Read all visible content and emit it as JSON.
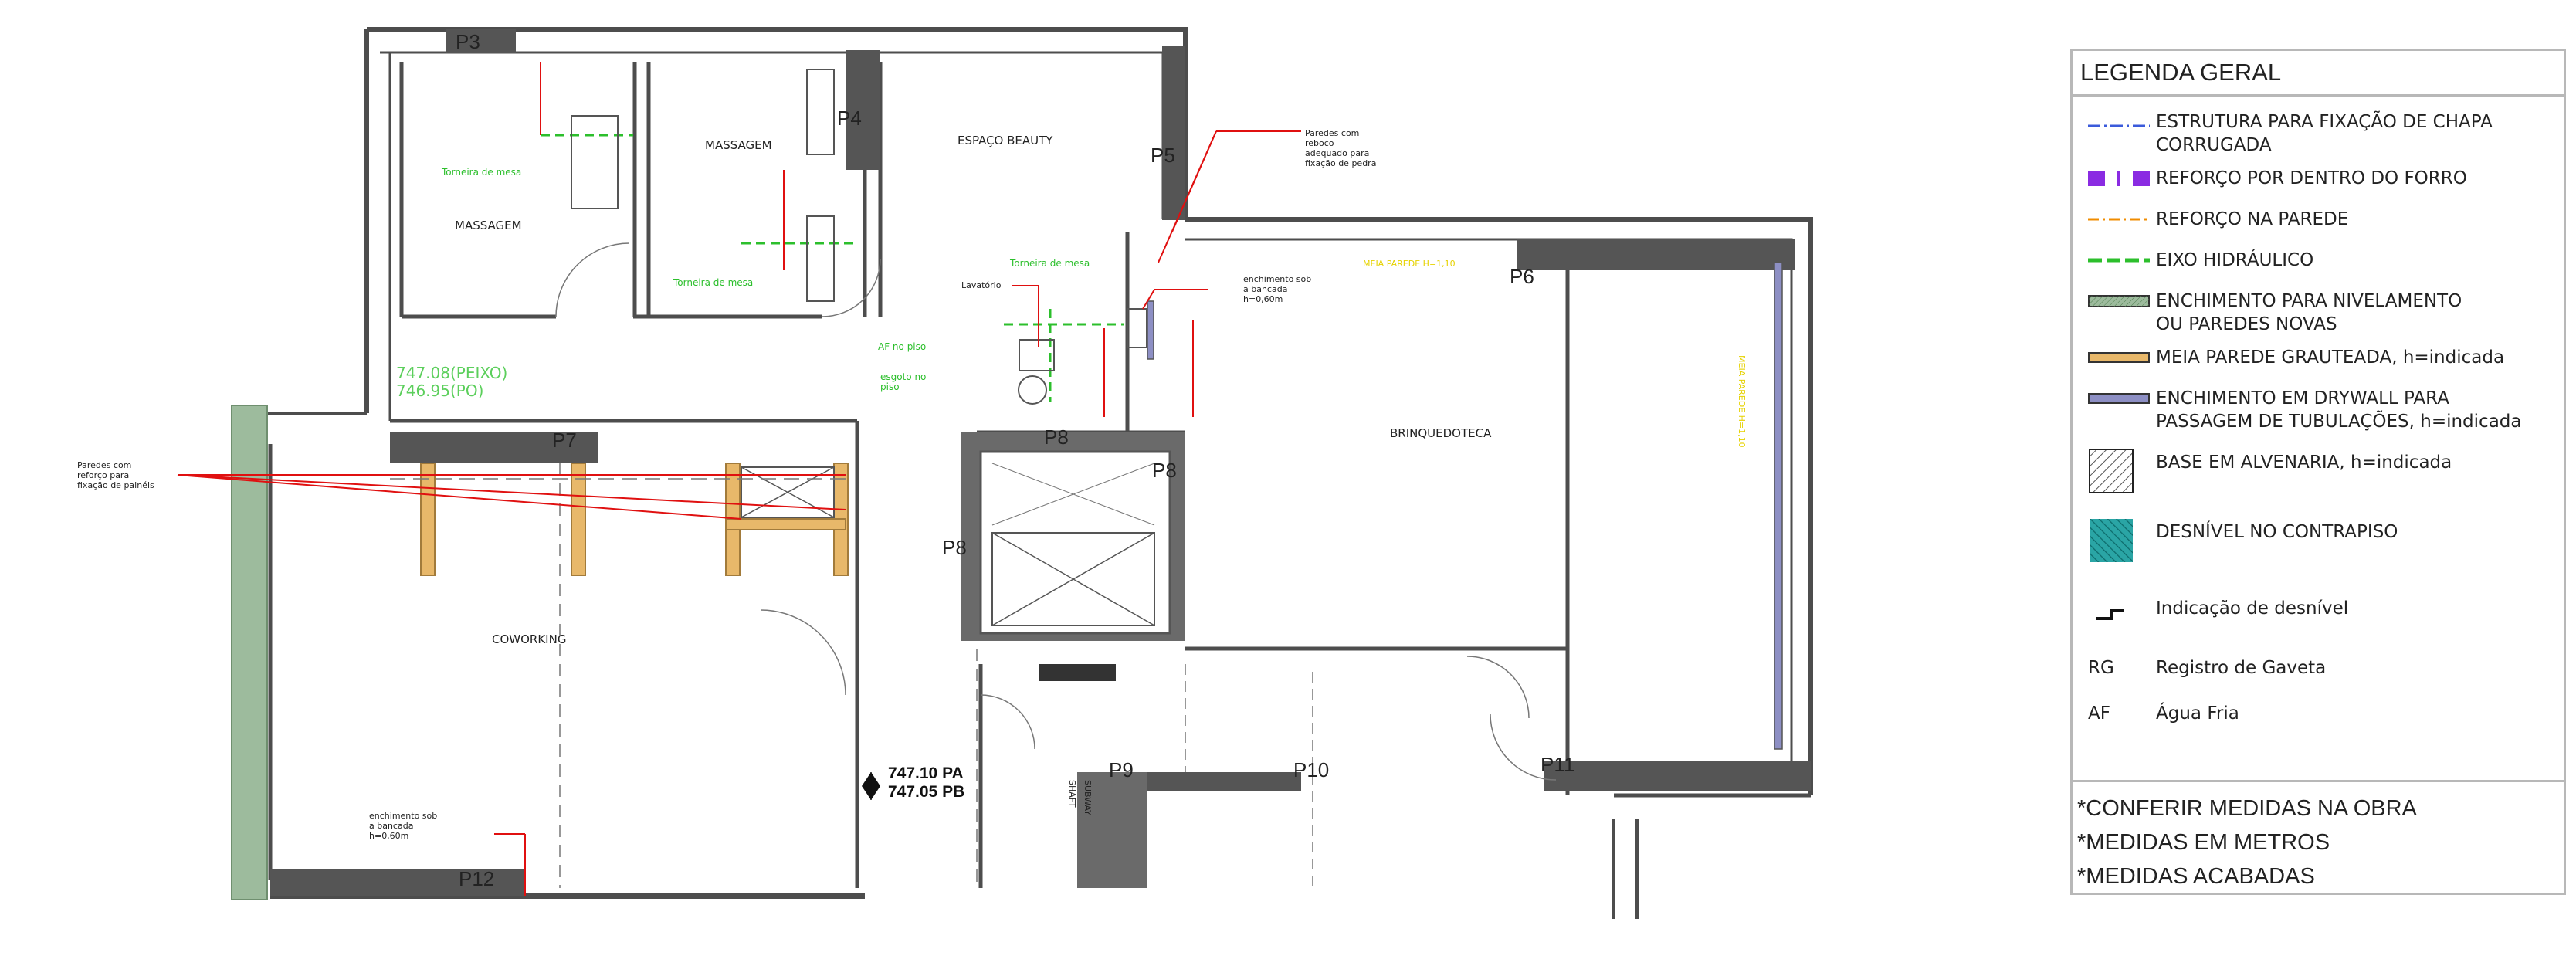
{
  "rooms": {
    "massagem_1": "MASSAGEM",
    "massagem_2": "MASSAGEM",
    "espaco_beauty": "ESPAÇO BEAUTY",
    "brinquedoteca": "BRINQUEDOTECA",
    "coworking": "COWORKING"
  },
  "pillars": [
    "P3",
    "P4",
    "P5",
    "P6",
    "P7",
    "P8",
    "P8",
    "P8",
    "P9",
    "P10",
    "P11",
    "P12"
  ],
  "annotations": {
    "paredes_reboco": [
      "Paredes com",
      "reboco",
      "adequado para",
      "fixação de pedra"
    ],
    "paredes_reforco": [
      "Paredes com",
      "reforço para",
      "fixação de painéis"
    ],
    "enchimento_bancada_1": [
      "enchimento sob",
      "a bancada",
      "h=0,60m"
    ],
    "enchimento_bancada_2": [
      "enchimento sob",
      "a bancada",
      "h=0,60m"
    ],
    "torneira_mesa": "Torneira de mesa",
    "lavatorio": "Lavatório",
    "af_piso": "AF no piso",
    "esgoto_piso": [
      "esgoto no",
      "piso"
    ],
    "level_green_1": "747.08(PEIXO)",
    "level_green_2": "746.95(PO)",
    "level_pa": "747.10 PA",
    "level_pb": "747.05 PB",
    "yellow_tag_1": "MEIA PAREDE H=1,10",
    "yellow_tag_2": "MEIA PAREDE H=1,10",
    "shaft_1": "SHAFT",
    "shaft_2": "SUBWAY"
  },
  "legend": {
    "title": "LEGENDA GERAL",
    "items": [
      {
        "symbol": "dashdot-blue",
        "color": "#3b5bdb",
        "lines": [
          "ESTRUTURA PARA FIXAÇÃO DE CHAPA",
          "CORRUGADA"
        ]
      },
      {
        "symbol": "purple-blocks",
        "color": "#8a2be2",
        "lines": [
          "REFORÇO POR DENTRO DO FORRO"
        ]
      },
      {
        "symbol": "dashdot-orange",
        "color": "#f08c00",
        "lines": [
          "REFORÇO NA PAREDE"
        ]
      },
      {
        "symbol": "dash-green",
        "color": "#2cbf2c",
        "lines": [
          "EIXO HIDRÁULICO"
        ]
      },
      {
        "symbol": "hatched-green-bar",
        "color": "#7aa37a",
        "lines": [
          "ENCHIMENTO PARA NIVELAMENTO",
          "OU PAREDES NOVAS"
        ]
      },
      {
        "symbol": "tan-bar",
        "color": "#e8b86a",
        "lines": [
          "MEIA PAREDE GRAUTEADA, h=indicada"
        ]
      },
      {
        "symbol": "slate-bar",
        "color": "#8d8fc4",
        "lines": [
          "ENCHIMENTO EM DRYWALL PARA",
          "PASSAGEM DE TUBULAÇÕES, h=indicada"
        ]
      },
      {
        "symbol": "hatched-box",
        "color": "#777777",
        "lines": [
          "BASE EM ALVENARIA, h=indicada"
        ]
      },
      {
        "symbol": "teal-hatch-box",
        "color": "#1f8f8f",
        "lines": [
          "DESNÍVEL NO CONTRAPISO"
        ]
      },
      {
        "symbol": "step-mark",
        "color": "#111111",
        "lines": [
          "Indicação de desnível"
        ]
      },
      {
        "symbol": "text-RG",
        "text": "RG",
        "lines": [
          "Registro de Gaveta"
        ]
      },
      {
        "symbol": "text-AF",
        "text": "AF",
        "lines": [
          "Água Fria"
        ]
      }
    ],
    "notes": [
      "*CONFERIR MEDIDAS NA OBRA",
      "*MEDIDAS EM METROS",
      "*MEDIDAS ACABADAS"
    ]
  },
  "colors": {
    "wall": "#4d4d4d",
    "annotation_red": "#e01010",
    "hydraulic_green": "#2cbf2c",
    "half_wall": "#e8b86a",
    "fill_wall": "#9dbb9d"
  }
}
